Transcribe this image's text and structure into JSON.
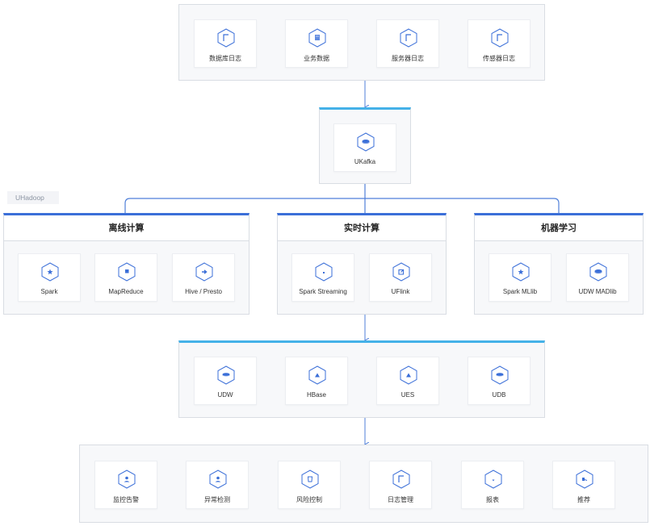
{
  "sources": {
    "items": [
      {
        "label": "数据库日志",
        "icon": "bracket-icon"
      },
      {
        "label": "业务数据",
        "icon": "document-icon"
      },
      {
        "label": "服务器日志",
        "icon": "bracket-icon"
      },
      {
        "label": "传感器日志",
        "icon": "bracket-icon"
      }
    ]
  },
  "kafka": {
    "label": "UKafka",
    "icon": "database-icon"
  },
  "uhadoop": {
    "label": "UHadoop"
  },
  "offline": {
    "title": "离线计算",
    "items": [
      {
        "label": "Spark",
        "icon": "star-icon"
      },
      {
        "label": "MapReduce",
        "icon": "flag-icon"
      },
      {
        "label": "Hive / Presto",
        "icon": "arrow-icon"
      }
    ]
  },
  "realtime": {
    "title": "实时计算",
    "items": [
      {
        "label": "Spark Streaming",
        "icon": "dot-icon"
      },
      {
        "label": "UFlink",
        "icon": "export-icon"
      }
    ]
  },
  "ml": {
    "title": "机器学习",
    "items": [
      {
        "label": "Spark MLlib",
        "icon": "star-icon"
      },
      {
        "label": "UDW MADlib",
        "icon": "database-icon"
      }
    ]
  },
  "storage": {
    "items": [
      {
        "label": "UDW",
        "icon": "database-icon"
      },
      {
        "label": "HBase",
        "icon": "triangle-icon"
      },
      {
        "label": "UES",
        "icon": "triangle-icon"
      },
      {
        "label": "UDB",
        "icon": "database-icon"
      }
    ]
  },
  "apps": {
    "items": [
      {
        "label": "监控告警",
        "icon": "user-icon"
      },
      {
        "label": "异常检测",
        "icon": "user-icon"
      },
      {
        "label": "风险控制",
        "icon": "bin-icon"
      },
      {
        "label": "日志管理",
        "icon": "bracket-icon"
      },
      {
        "label": "报表",
        "icon": "tray-icon"
      },
      {
        "label": "推荐",
        "icon": "tag-icon"
      }
    ]
  },
  "colors": {
    "accent_blue": "#3b6fd8",
    "accent_cyan": "#45b1e8",
    "icon_stroke": "#3b6fd8",
    "connector": "#4f7fd9"
  }
}
